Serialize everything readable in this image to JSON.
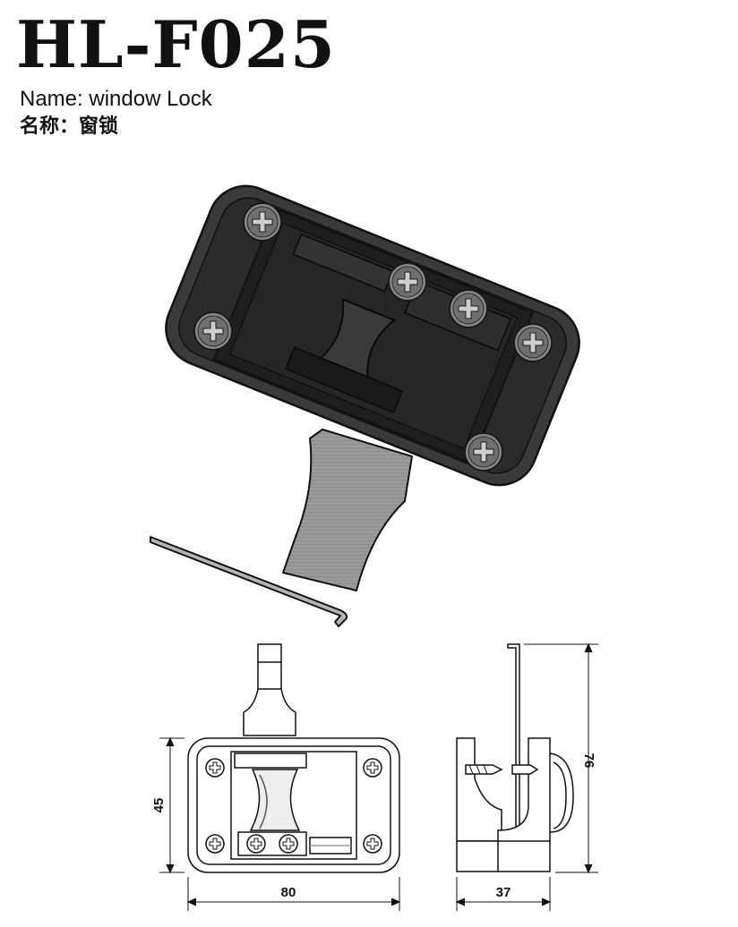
{
  "header": {
    "model": "HL-F025",
    "name_en": "Name: window Lock",
    "name_cn": "名称：窗锁"
  },
  "dimensions": {
    "front_width": "80",
    "front_height": "45",
    "side_width": "37",
    "side_height": "76"
  },
  "colors": {
    "lock_body": "#2b2b2b",
    "lock_face": "#1e1e1e",
    "screw": "#7a7a7a",
    "strip": "#8e8e8e",
    "line": "#111111"
  }
}
